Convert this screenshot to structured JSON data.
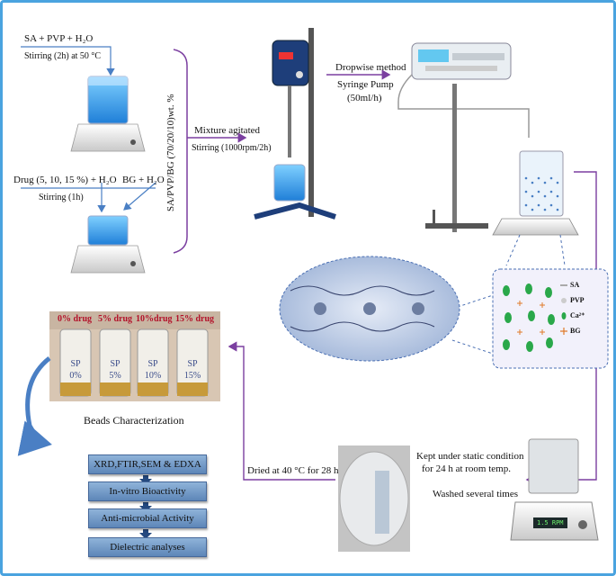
{
  "colors": {
    "frame": "#4aa3df",
    "arrow_blue": "#4a7fc4",
    "arrow_purple": "#7b3fa0",
    "flow_box": "#7aa0cc",
    "drug_label": "#b3122a",
    "solution_blue": "#3aa0ea"
  },
  "step1": {
    "reagents": "SA + PVP + H₂O",
    "condition": "Stirring (2h) at 50 °C"
  },
  "step2": {
    "drug": "Drug (5, 10, 15 %) + H₂O",
    "bg": "BG + H₂O",
    "condition": "Stirring (1h)"
  },
  "ratio_label": "SA/PVP/BG (70/20/10)wt. %",
  "mixing": {
    "title": "Mixture agitated",
    "condition": "Stirring (1000rpm/2h)"
  },
  "dropwise": {
    "method": "Dropwise method",
    "pump": "Syringe Pump",
    "rate": "(50ml/h)"
  },
  "legend": [
    {
      "label": "SA",
      "icon": "grey-line-icon"
    },
    {
      "label": "PVP",
      "icon": "grey-dot-icon"
    },
    {
      "label": "Ca²⁺",
      "icon": "green-ellipse-icon"
    },
    {
      "label": "BG",
      "icon": "orange-star-icon"
    }
  ],
  "drug_labels": [
    "0% drug",
    "5% drug",
    "10%drug",
    "15% drug"
  ],
  "vial_labels": [
    "SP 0%",
    "SP 5%",
    "SP 10%",
    "SP 15%"
  ],
  "characterization_title": "Beads Characterization",
  "characterization_steps": [
    "XRD,FTIR,SEM  & EDXA",
    "In-vitro Bioactivity",
    "Anti-microbial Activity",
    "Dielectric  analyses"
  ],
  "static": {
    "line1": "Kept under static condition",
    "line2": "for 24 h at room temp.",
    "wash": "Washed several times"
  },
  "drying": "Dried at 40 °C for 28 h",
  "stirrer_display": "1.5 RPM"
}
